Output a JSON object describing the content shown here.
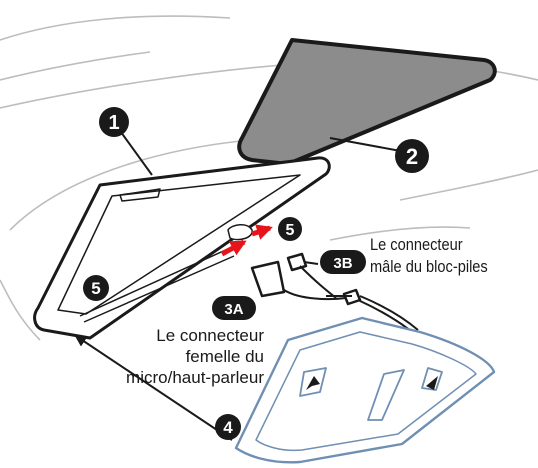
{
  "callouts": {
    "part1": "1",
    "part2": "2",
    "conn_3a": "3A",
    "conn_3b": "3B",
    "part4": "4",
    "clip5_left": "5",
    "clip5_right": "5"
  },
  "labels": {
    "male_line1": "Le connecteur",
    "male_line2": "mâle du bloc-piles",
    "female_line1": "Le connecteur",
    "female_line2": "femelle du",
    "female_line3": "micro/haut-parleur"
  },
  "colors": {
    "line": "#1a1a1a",
    "pad_fill": "#8c8c8c",
    "device_outline": "#6f8fb3",
    "arrow_red": "#e8141b",
    "helmet_line": "#bdbdbd"
  }
}
